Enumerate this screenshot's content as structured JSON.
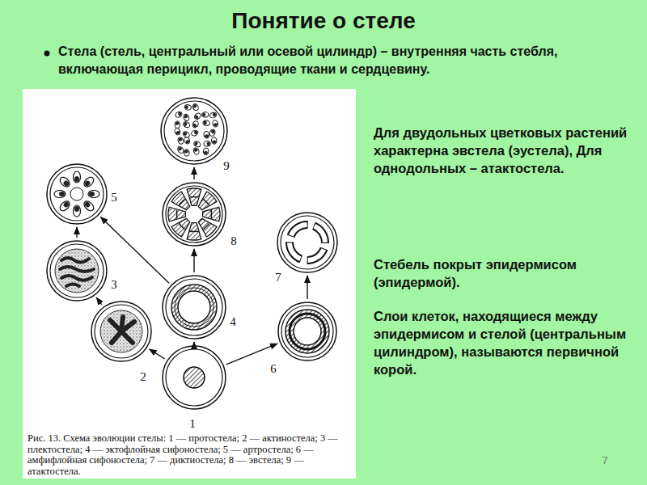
{
  "diagram": {
    "title": "Понятие о стеле",
    "caption": "Рис. 13. Схема эволюции стелы: 1 — протостела; 2 — актиностела; 3 — плектостела; 4 — эктофлойная сифоностела; 5 — артростела; 6 — амфифлойная сифоностела; 7 — диктиостела; 8 — эвстела; 9 — атактостела.",
    "nodes": [
      {
        "text": [
          "1"
        ]
      },
      {
        "text": [
          "2"
        ]
      },
      {
        "text": [
          "3"
        ]
      },
      {
        "text": [
          "4"
        ]
      },
      {
        "text": [
          "5"
        ]
      },
      {
        "text": [
          "6"
        ]
      },
      {
        "text": [
          "7"
        ]
      },
      {
        "text": [
          "8"
        ]
      },
      {
        "text": [
          "9"
        ]
      }
    ],
    "edges": [
      {
        "from": 0,
        "to": 1,
        "arrow": "to"
      },
      {
        "from": 1,
        "to": 2,
        "arrow": "to"
      },
      {
        "from": 2,
        "to": 4,
        "arrow": "to"
      },
      {
        "from": 0,
        "to": 3,
        "arrow": "to"
      },
      {
        "from": 3,
        "to": 4,
        "arrow": "to"
      },
      {
        "from": 3,
        "to": 7,
        "arrow": "to"
      },
      {
        "from": 7,
        "to": 8,
        "arrow": "to"
      },
      {
        "from": 0,
        "to": 5,
        "arrow": "to"
      },
      {
        "from": 5,
        "to": 6,
        "arrow": "to"
      }
    ],
    "labels": [
      "Стела (стель, центральный или осевой цилиндр) – внутренняя часть стебля, включающая перицикл, проводящие ткани и сердцевину.",
      "Для двудольных цветковых растений характерна эвстела (эустела), Для однодольных – атактостела.",
      "Стебель покрыт эпидермисом (эпидермой).",
      "Слои клеток, находящиеся между эпидермисом и стелой (центральным цилиндром), называются первичной корой.",
      "7"
    ]
  }
}
